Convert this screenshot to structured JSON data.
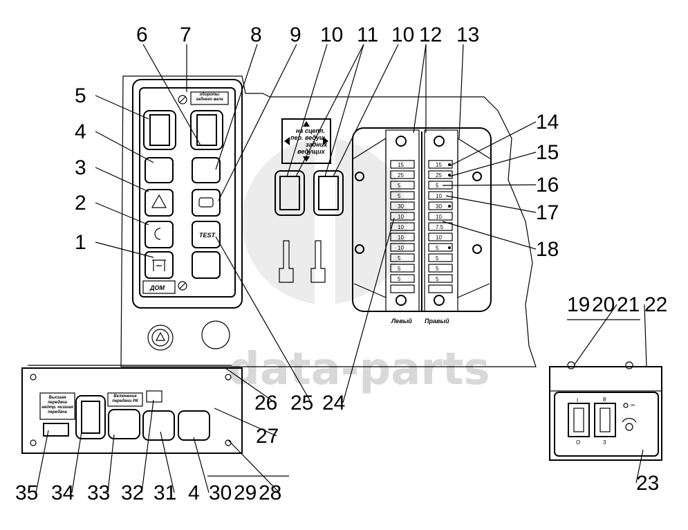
{
  "watermark": {
    "text": "data-parts"
  },
  "diagram": {
    "callouts": [
      "5",
      "4",
      "3",
      "2",
      "1",
      "6",
      "7",
      "8",
      "9",
      "10",
      "11",
      "10",
      "12",
      "13",
      "14",
      "15",
      "16",
      "17",
      "18",
      "24",
      "25",
      "26",
      "27",
      "19",
      "20",
      "21",
      "22",
      "23",
      "35",
      "34",
      "33",
      "32",
      "31",
      "4",
      "30",
      "29",
      "28"
    ],
    "labels": {
      "dom": "ДОМ",
      "test": "TEST",
      "shaft_speed": "обороты заднего вала",
      "arrow_up": "на сцепл.",
      "arrow_left": "пер. ведущ.",
      "arrow_right": "задних",
      "arrow_down": "ведущих",
      "fuse_left": "Левый",
      "fuse_right": "Правый",
      "gear_label": "Высшая передача нейтр. низшая передача",
      "rk_label": "Включение передачи РК",
      "switch_on": "I",
      "switch_off": "O",
      "switch2_top": "8",
      "switch2_bottom": "3",
      "heater": "ᵒᵒ"
    },
    "fuses_left": [
      "15",
      "25",
      "5",
      "5",
      "30",
      "10",
      "10",
      "10",
      "10",
      "5",
      "5",
      "5",
      ""
    ],
    "fuses_right": [
      "15",
      "25",
      "5",
      "10",
      "30",
      "10",
      "7.5",
      "10",
      "5",
      "5",
      "5",
      "5",
      ""
    ],
    "fuses_right_marked": [
      true,
      true,
      false,
      false,
      true,
      false,
      false,
      false,
      true,
      false,
      false,
      false,
      false
    ]
  }
}
